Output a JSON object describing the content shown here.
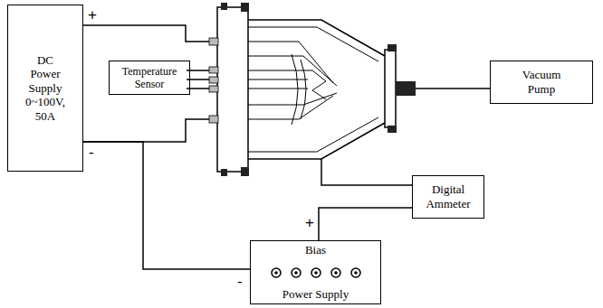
{
  "diagram": {
    "nodes": [
      {
        "text": [
          "DC Power Supply 0~100V, 50A"
        ]
      },
      {
        "text": [
          "Temperature Sensor"
        ]
      },
      {
        "text": [
          "Vacuum Pump"
        ]
      },
      {
        "text": [
          "Digital Ammeter"
        ]
      },
      {
        "text": [
          "Bias",
          "Power Supply"
        ]
      }
    ],
    "edges": [
      {
        "from": 0,
        "to": 4,
        "arrow": "none"
      },
      {
        "from": 3,
        "to": 4,
        "arrow": "none"
      }
    ],
    "labels": [
      "+",
      "-",
      "+",
      "-"
    ]
  }
}
